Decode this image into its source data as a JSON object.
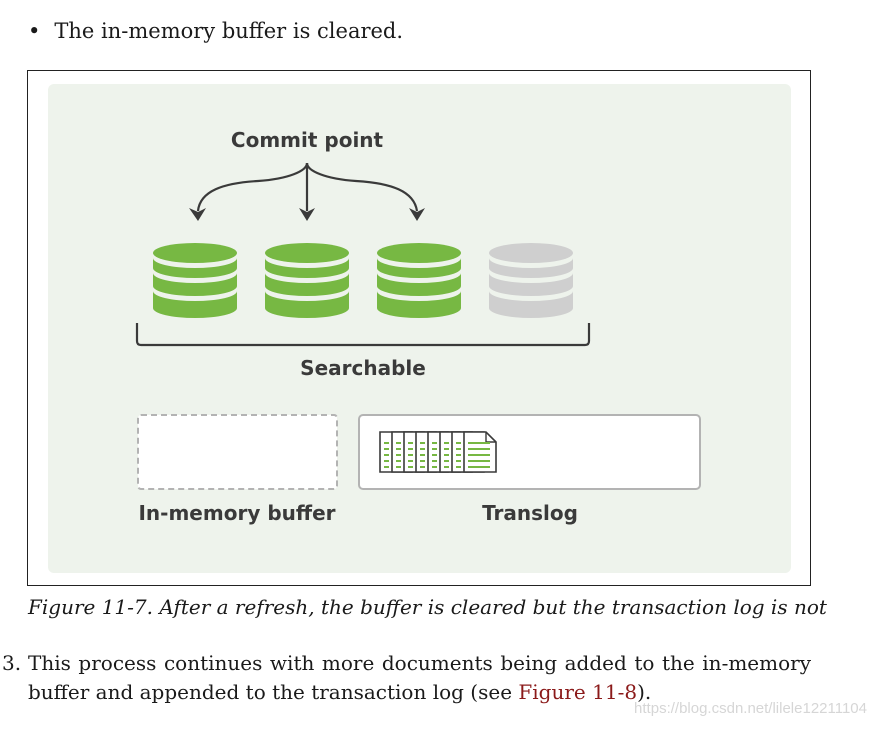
{
  "bullet": {
    "symbol": "•",
    "text": "The in-memory buffer is cleared."
  },
  "diagram": {
    "commit_point_label": "Commit point",
    "searchable_label": "Searchable",
    "in_memory_buffer_label": "In-memory buffer",
    "translog_label": "Translog",
    "segments": [
      {
        "state": "committed",
        "color": "#77b843"
      },
      {
        "state": "committed",
        "color": "#77b843"
      },
      {
        "state": "committed",
        "color": "#77b843"
      },
      {
        "state": "uncommitted",
        "color": "#cfcfcf"
      }
    ],
    "colors": {
      "panel_background": "#eef3ec",
      "segment_green": "#77b843",
      "segment_grey": "#cfcfcf",
      "arrow": "#3a3a3a",
      "buffer_border": "#b3b3b3",
      "translog_border": "#b3b3b3"
    }
  },
  "caption": "Figure 11-7. After a refresh, the buffer is cleared but the transaction log is not",
  "step": {
    "number": "3.",
    "text_before": "This process continues with more documents being added to the in-memory buffer and appended to the transaction log (see ",
    "link_text": "Figure 11-8",
    "text_after": ")."
  },
  "watermark": "https://blog.csdn.net/lilele12211104"
}
